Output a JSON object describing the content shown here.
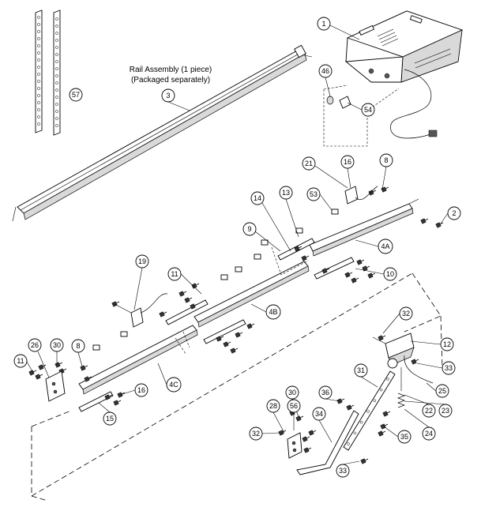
{
  "rail_caption": {
    "line1": "Rail Assembly (1 piece)",
    "line2": "(Packaged separately)"
  },
  "callouts": {
    "c1": "1",
    "c2": "2",
    "c3": "3",
    "c4a": "4A",
    "c4b": "4B",
    "c4c": "4C",
    "c8a": "8",
    "c8b": "8",
    "c9": "9",
    "c10": "10",
    "c11a": "11",
    "c11b": "11",
    "c12": "12",
    "c13": "13",
    "c14": "14",
    "c15": "15",
    "c16a": "16",
    "c16b": "16",
    "c19": "19",
    "c21": "21",
    "c22": "22",
    "c23": "23",
    "c24": "24",
    "c25": "25",
    "c26": "26",
    "c28": "28",
    "c30a": "30",
    "c30b": "30",
    "c31": "31",
    "c32a": "32",
    "c32b": "32",
    "c33a": "33",
    "c33b": "33",
    "c34": "34",
    "c35": "35",
    "c36": "36",
    "c46": "46",
    "c53": "53",
    "c54": "54",
    "c56": "56",
    "c57": "57"
  }
}
